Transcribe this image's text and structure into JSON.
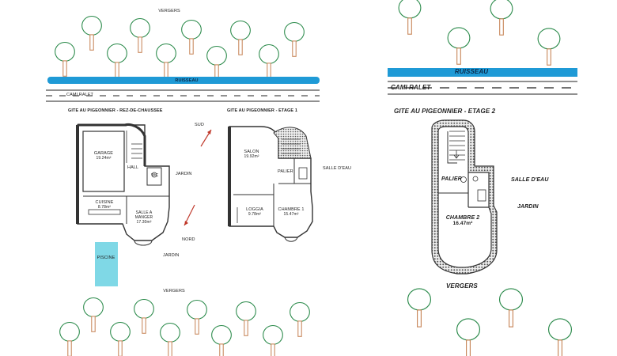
{
  "left": {
    "vergers_top": "VERGERS",
    "ruisseau": "RUISSEAU",
    "road": "CAMI RALET",
    "title_rdc": "GITE AU PIGEONNIER - REZ-DE-CHAUSSEE",
    "title_etage1": "GITE AU PIGEONNIER - ETAGE 1",
    "sud": "SUD",
    "nord": "NORD",
    "jardin_1": "JARDIN",
    "jardin_2": "JARDIN",
    "piscine": "PISCINE",
    "vergers_bottom": "VERGERS",
    "rooms": {
      "garage": "GARAGE",
      "garage_area": "19.24m²",
      "hall": "HALL",
      "wc": "WC",
      "cuisine": "CUISINE",
      "cuisine_area": "8.78m²",
      "salle_manger_1": "SALLE A",
      "salle_manger_2": "MANGER",
      "salle_manger_area": "17.30m²",
      "salon": "SALON",
      "salon_area": "19.92m²",
      "palier": "PALIER",
      "salle_eau": "SALLE D'EAU",
      "loggia": "LOGGIA",
      "loggia_area": "9.78m²",
      "chambre1": "CHAMBRE 1",
      "chambre1_area": "15.47m²"
    }
  },
  "right": {
    "ruisseau": "RUISSEAU",
    "road": "CAMI RALET",
    "title_etage2": "GITE AU PIGEONNIER - ETAGE 2",
    "palier": "PALIER",
    "salle_eau": "SALLE D'EAU",
    "chambre2": "CHAMBRE 2",
    "chambre2_area": "16.47m²",
    "jardin": "JARDIN",
    "vergers": "VERGERS"
  },
  "colors": {
    "stream": "#1f9ad6",
    "pool": "#7fd8e6",
    "tree_crown": "#2a8a4a",
    "tree_trunk": "#c8875a",
    "wall": "#333333",
    "arrow": "#c0392b"
  },
  "icons": [
    "tree-icon",
    "north-arrow-icon",
    "south-arrow-icon",
    "staircase-icon",
    "toilet-icon",
    "sink-icon",
    "shower-icon"
  ]
}
